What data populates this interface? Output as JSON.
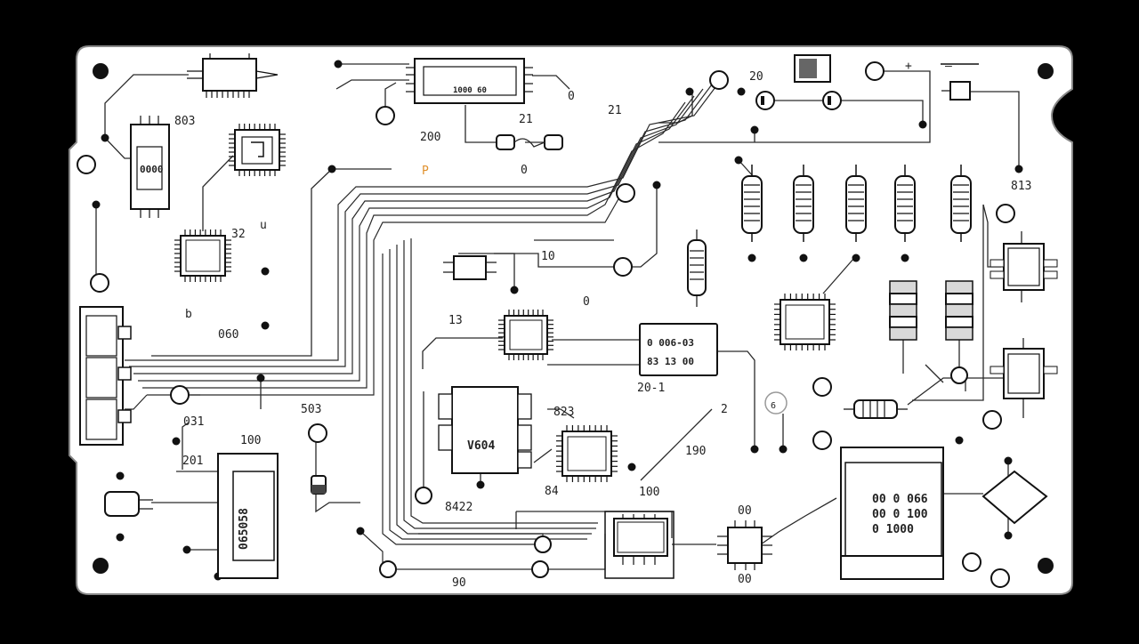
{
  "labels": {
    "l_803": "803",
    "l_200": "200",
    "l_21": "21",
    "l_21b": "21",
    "l_0a": "0",
    "l_0b": "0",
    "l_20": "20",
    "l_32": "32",
    "l_u": "u",
    "l_060": "060",
    "l_b": "b",
    "l_10": "10",
    "l_13": "13",
    "l_0c": "0",
    "l_813": "813",
    "l_503": "503",
    "l_823": "823",
    "l_2": "2",
    "l_190": "190",
    "l_100": "100",
    "l_201": "201",
    "l_031": "031",
    "l_100b": "100",
    "l_84": "84",
    "l_8422": "8422",
    "l_90": "90",
    "l_00a": "00",
    "l_00b": "00",
    "l_201b": "20-1",
    "l_plus": "+",
    "l_minus": "—",
    "l_P": "P",
    "l_p6": "6"
  },
  "chips": {
    "u_top": "1000 60",
    "u_left": "0000",
    "u_mid_a": "0 006-03",
    "u_mid_b": "83 13 00",
    "u_big": "V604",
    "u_bottom": "065058",
    "u_right_a": "00 0 066",
    "u_right_b": "00 0 100",
    "u_right_c": "0 1000"
  },
  "colors": {
    "board": "#ffffff",
    "background": "#000000",
    "trace": "#2a2a2a",
    "accent_orange": "#e0902c"
  },
  "icons": {
    "mount_hole": "mount-hole-icon",
    "via": "via-icon",
    "test_pad": "test-pad-icon",
    "resistor": "resistor-icon",
    "ic_chip": "ic-chip-icon",
    "connector": "connector-icon"
  }
}
